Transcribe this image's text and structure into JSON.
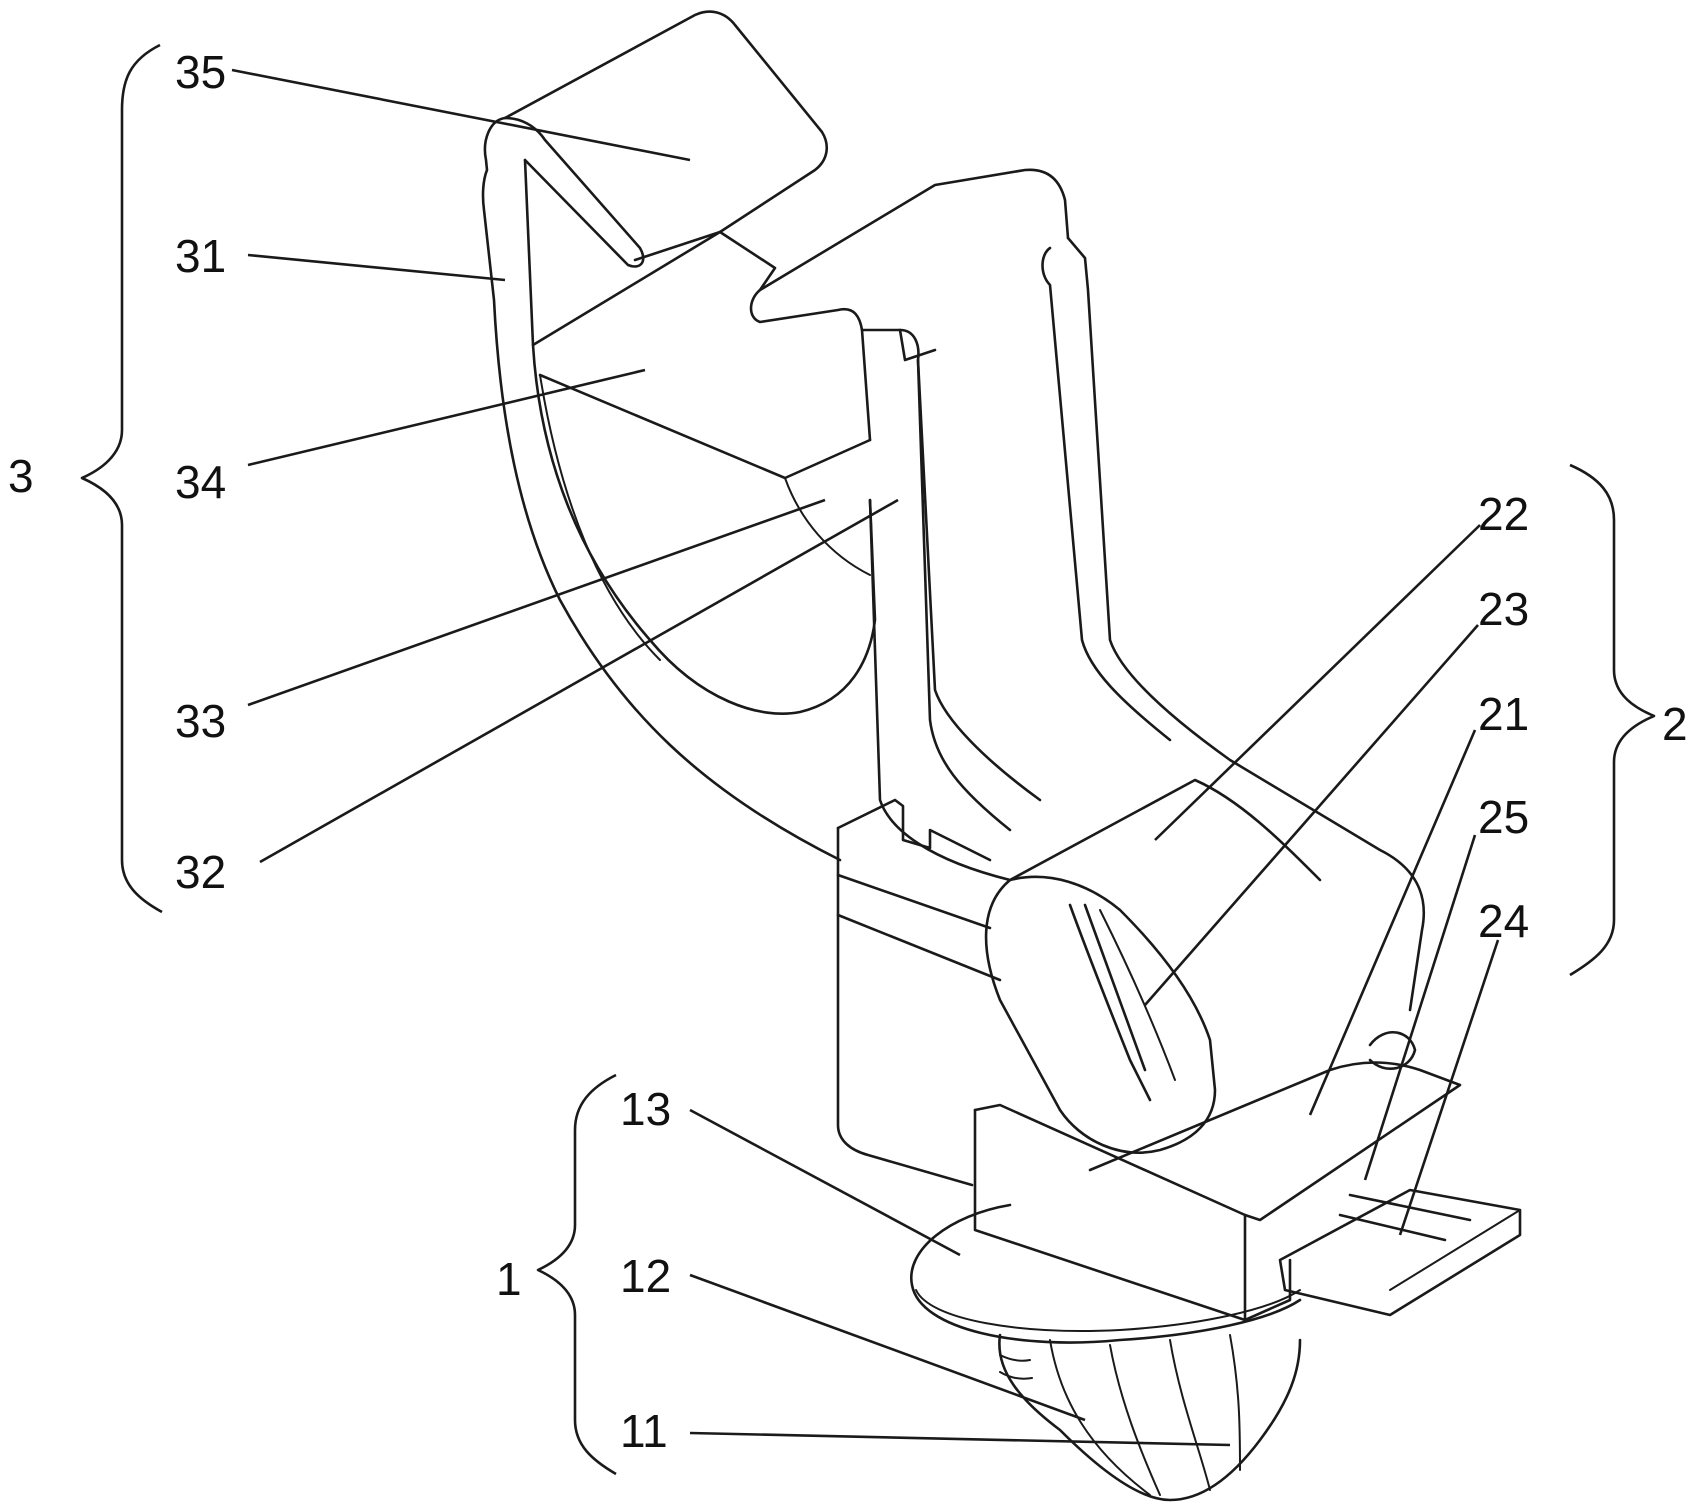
{
  "figure": {
    "line_color": "#1a1a1a",
    "background": "#ffffff",
    "groups": [
      {
        "id": "3",
        "label": "3"
      },
      {
        "id": "2",
        "label": "2"
      },
      {
        "id": "1",
        "label": "1"
      }
    ],
    "labels": {
      "l35": "35",
      "l31": "31",
      "l34": "34",
      "l33": "33",
      "l32": "32",
      "l22": "22",
      "l23": "23",
      "l21": "21",
      "l25": "25",
      "l24": "24",
      "l13": "13",
      "l12": "12",
      "l11": "11"
    }
  }
}
